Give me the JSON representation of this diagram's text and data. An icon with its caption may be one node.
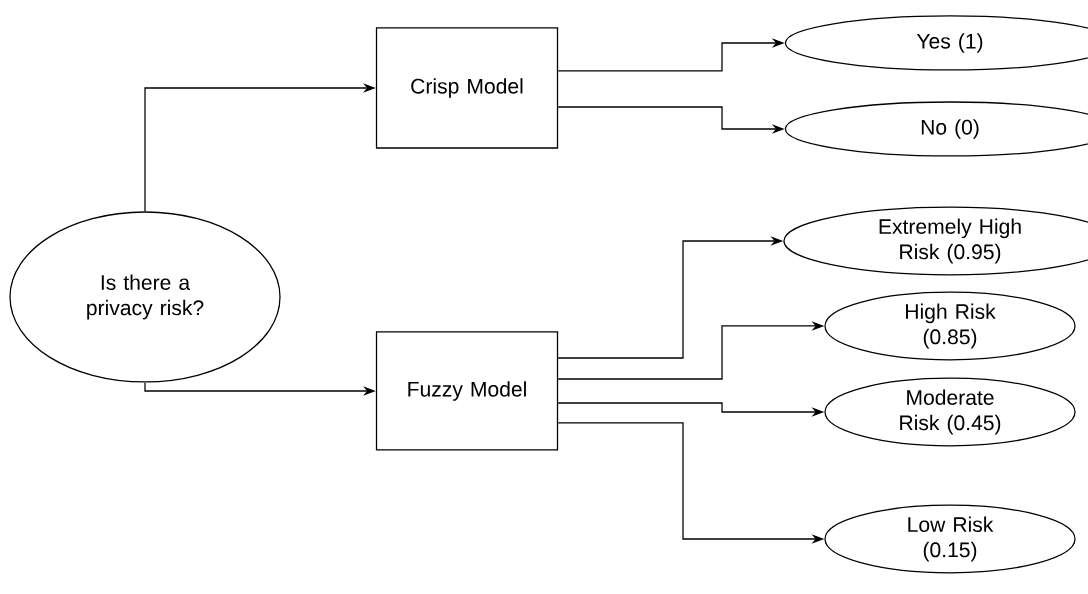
{
  "diagram": {
    "nodes": [
      {
        "text": [
          "Is there a privacy risk?"
        ]
      },
      {
        "text": [
          "Crisp Model"
        ]
      },
      {
        "text": [
          "Fuzzy Model"
        ]
      },
      {
        "text": [
          "Yes (1)"
        ]
      },
      {
        "text": [
          "No (0)"
        ]
      },
      {
        "text": [
          "Extremely High Risk (0.95)"
        ]
      },
      {
        "text": [
          "High Risk (0.85)"
        ]
      },
      {
        "text": [
          "Moderate Risk (0.45)"
        ]
      },
      {
        "text": [
          "Low Risk (0.15)"
        ]
      }
    ],
    "edges": [
      {
        "from": 0,
        "to": 1,
        "arrow": "to"
      },
      {
        "from": 0,
        "to": 2,
        "arrow": "to"
      },
      {
        "from": 1,
        "to": 3,
        "arrow": "to"
      },
      {
        "from": 1,
        "to": 4,
        "arrow": "to"
      },
      {
        "from": 2,
        "to": 5,
        "arrow": "to"
      },
      {
        "from": 2,
        "to": 6,
        "arrow": "to"
      },
      {
        "from": 2,
        "to": 7,
        "arrow": "to"
      },
      {
        "from": 2,
        "to": 8,
        "arrow": "to"
      }
    ]
  }
}
